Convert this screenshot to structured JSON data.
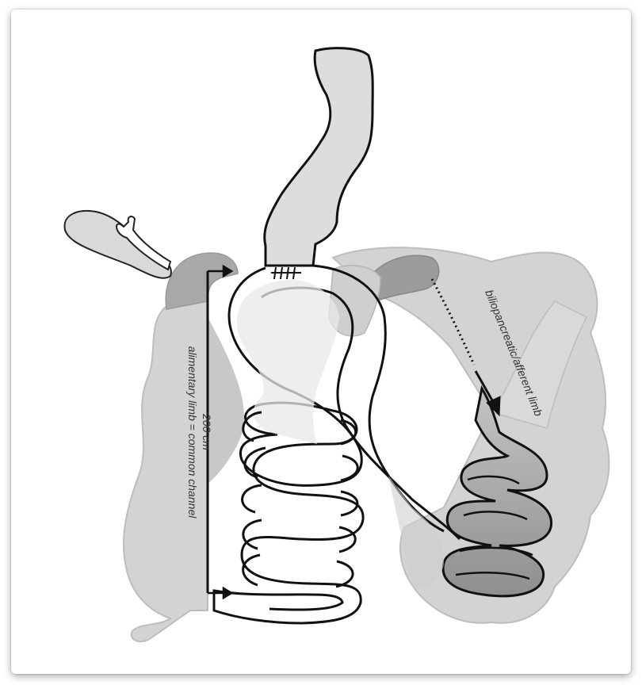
{
  "labels": {
    "limb_main": "alimentary limb = common channel",
    "limb_length": "200 cm",
    "biliopancreatic": "biliopancreatic/afferent limb"
  },
  "colors": {
    "colon": "#d3d3d3",
    "colon_edge": "#b9b9b9",
    "duodenum": "#a9a9a9",
    "limb_fill": "#e6e6e6",
    "bp_fill": "#a5a5a5",
    "outline": "#111111"
  }
}
